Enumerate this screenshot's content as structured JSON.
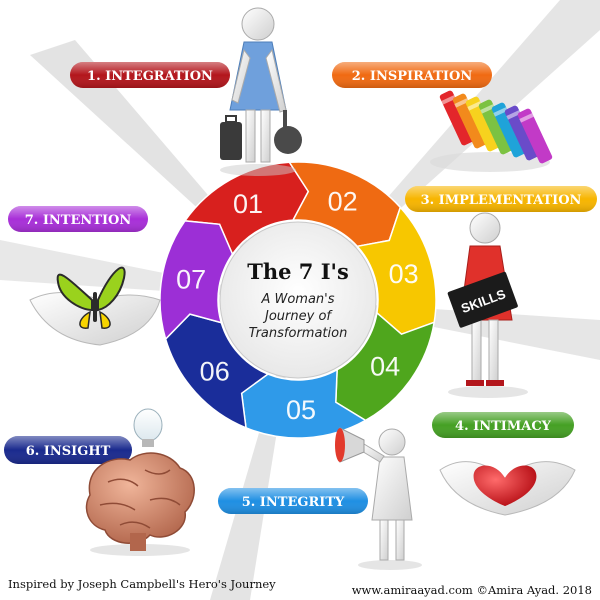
{
  "center": {
    "title": "The 7 I's",
    "subtitle_lines": [
      "A Woman's",
      "Journey of",
      "Transformation"
    ]
  },
  "segments": [
    {
      "number": "01",
      "color": "#d8201e"
    },
    {
      "number": "02",
      "color": "#ef6a12"
    },
    {
      "number": "03",
      "color": "#f7c700"
    },
    {
      "number": "04",
      "color": "#4fa61d"
    },
    {
      "number": "05",
      "color": "#2f9ae9"
    },
    {
      "number": "06",
      "color": "#1a2d9a"
    },
    {
      "number": "07",
      "color": "#9c2fd6"
    }
  ],
  "steps": [
    {
      "label": "1. INTEGRATION",
      "color": "#b3161c"
    },
    {
      "label": "2. INSPIRATION",
      "color": "#f06a12"
    },
    {
      "label": "3. IMPLEMENTATION",
      "color": "#f7b500"
    },
    {
      "label": "4. INTIMACY",
      "color": "#45a024"
    },
    {
      "label": "5. INTEGRITY",
      "color": "#1f8fe3"
    },
    {
      "label": "6. INSIGHT",
      "color": "#1a2a8e"
    },
    {
      "label": "7. INTENTION",
      "color": "#a82fd8"
    }
  ],
  "figures": {
    "skills_board": "SKILLS"
  },
  "footer": {
    "left": "Inspired by Joseph Campbell's Hero's Journey",
    "right": "www.amiraayad.com ©Amira Ayad. 2018"
  }
}
